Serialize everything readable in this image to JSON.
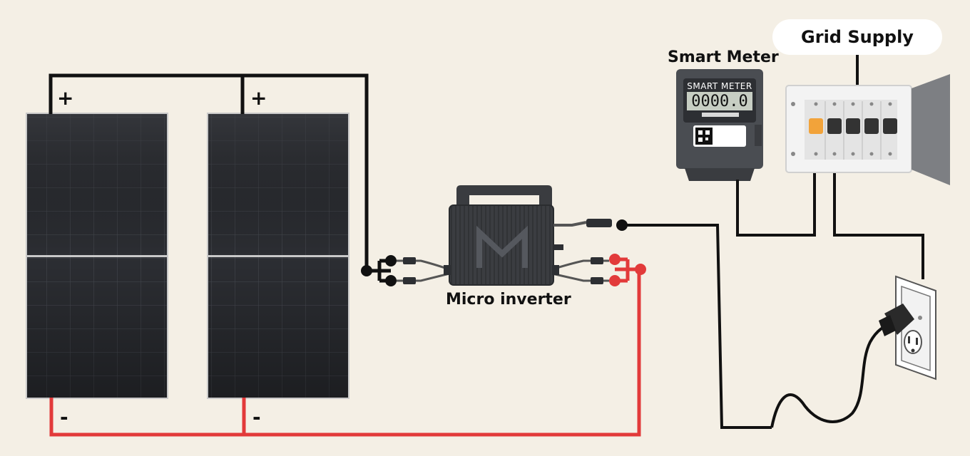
{
  "labels": {
    "grid_supply": "Grid Supply",
    "smart_meter": "Smart Meter",
    "micro_inverter": "Micro inverter",
    "panel1_plus": "+",
    "panel2_plus": "+",
    "panel1_minus": "-",
    "panel2_minus": "-"
  },
  "meter": {
    "brand": "SMART METER",
    "reading": "0000.0"
  },
  "inverter": {
    "logo_letter": "M"
  },
  "colors": {
    "background": "#f4efe5",
    "positive_wire": "#111111",
    "negative_wire": "#e23a3a",
    "panel": "#2b2d31",
    "breaker_highlight": "#f2a33a"
  }
}
